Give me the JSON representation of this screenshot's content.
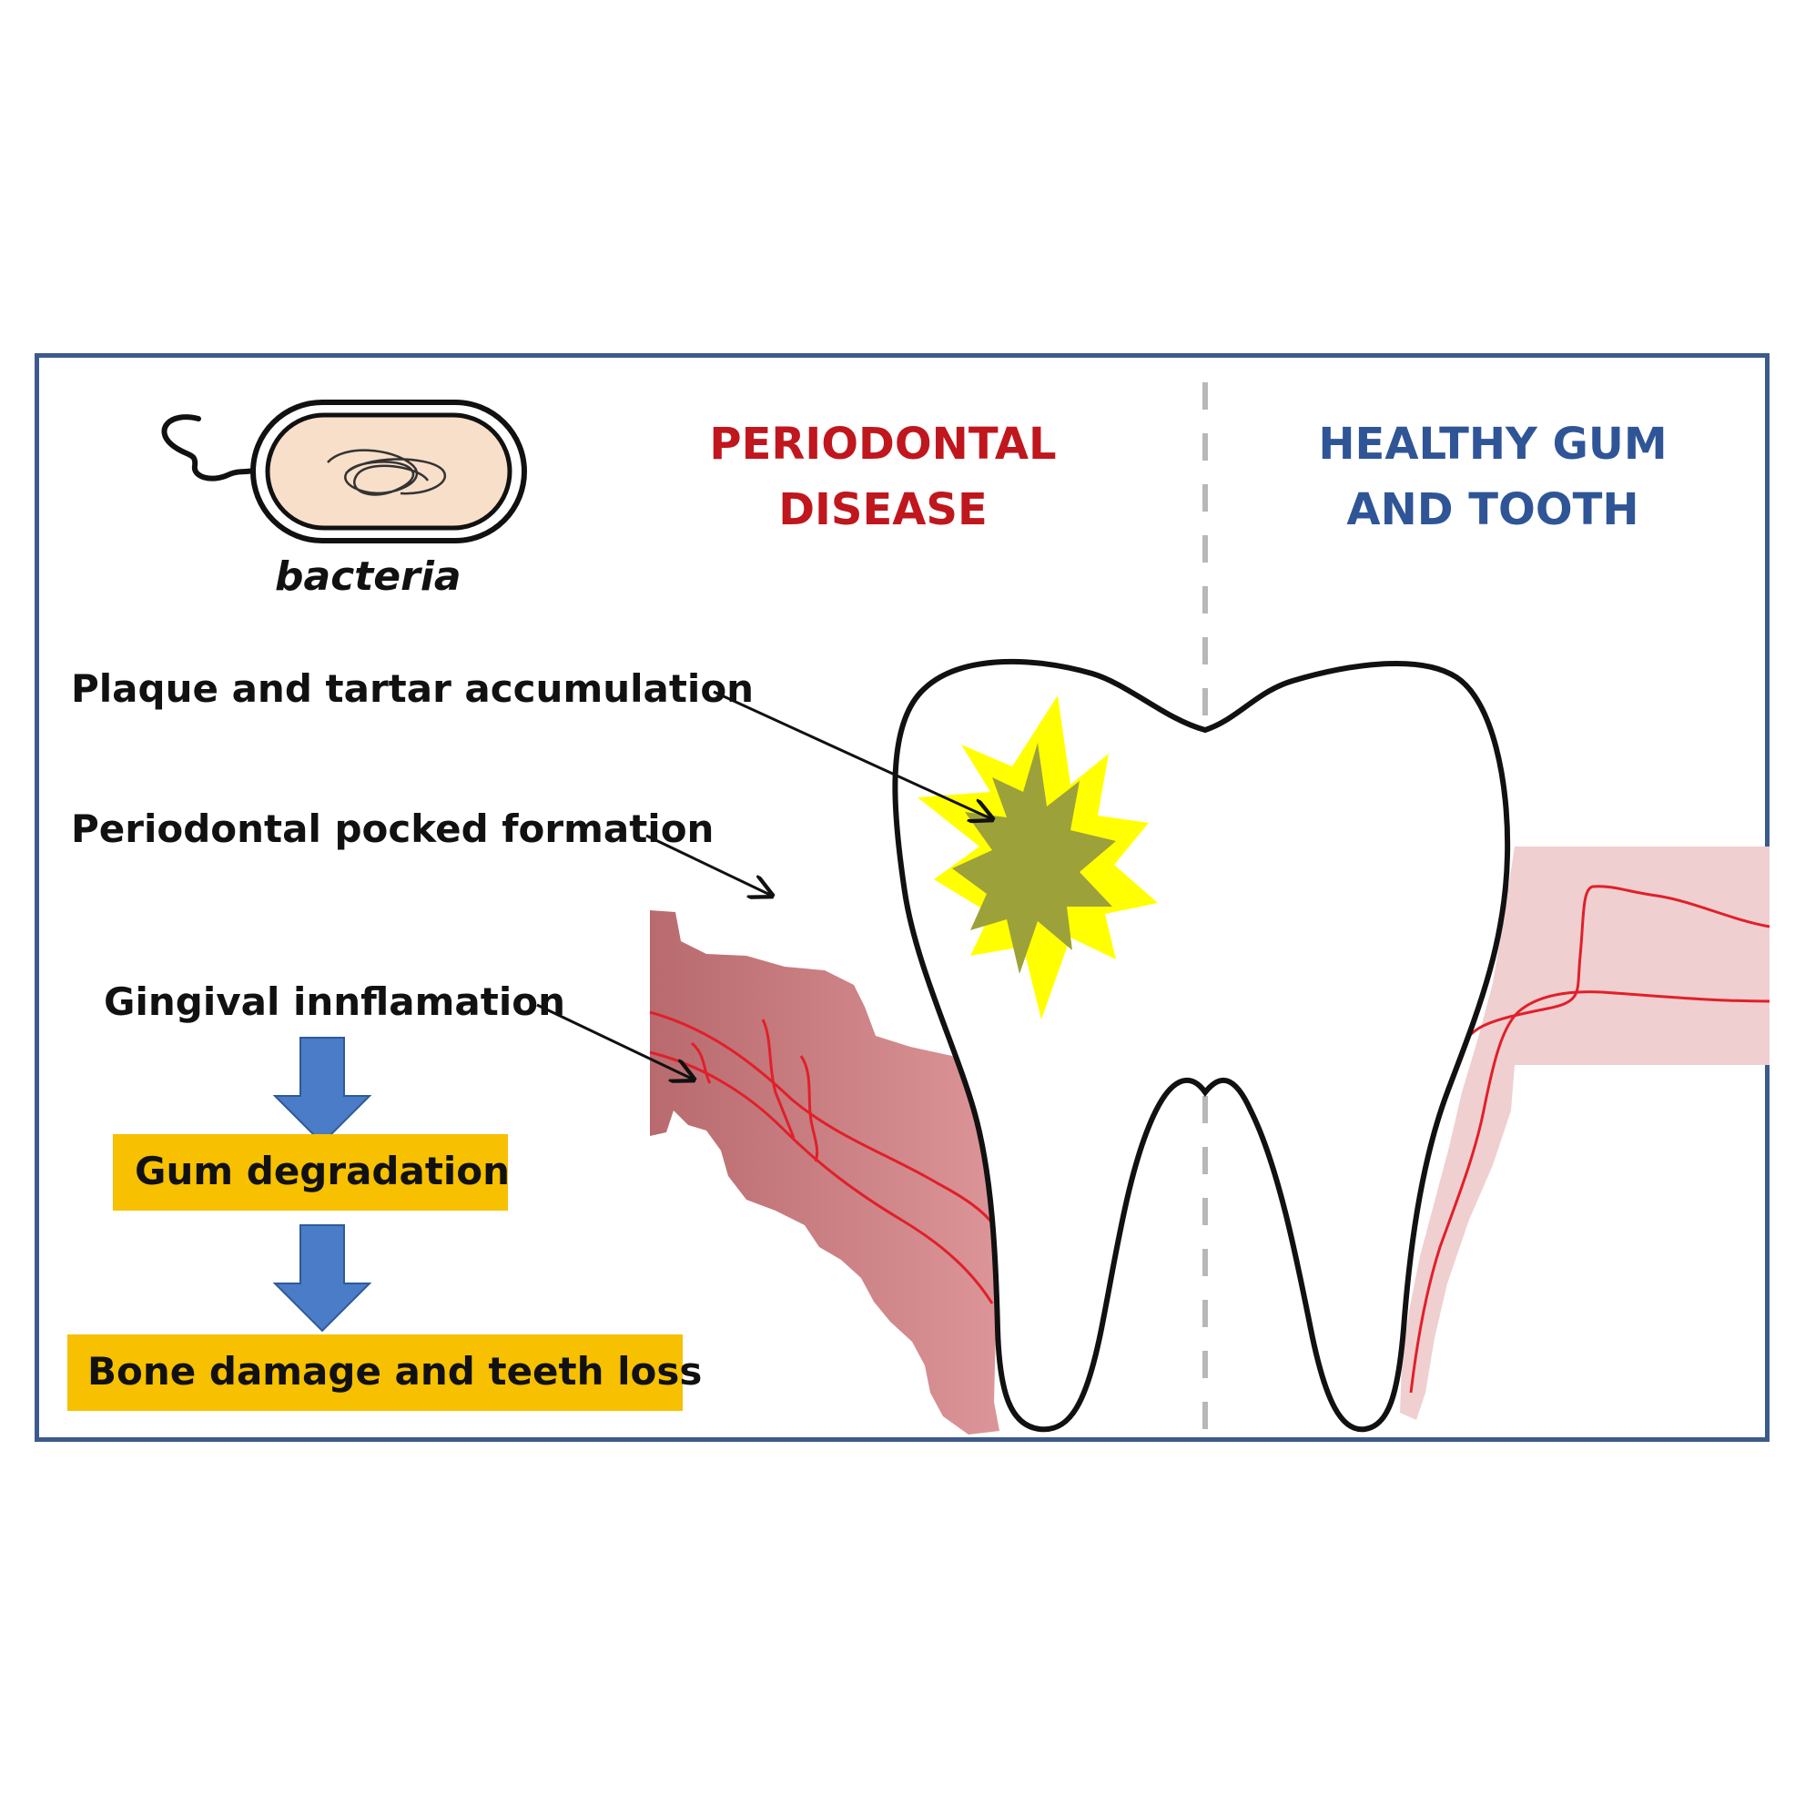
{
  "bacteria": {
    "caption": "bacteria",
    "icon": "bacteria-icon"
  },
  "titles": {
    "disease_line1": "PERIODONTAL",
    "disease_line2": "DISEASE",
    "healthy_line1": "HEALTHY GUM",
    "healthy_line2": "AND TOOTH"
  },
  "labels": {
    "plaque": "Plaque and tartar accumulation",
    "pocket": "Periodontal pocked formation",
    "gingival": "Gingival innflamation",
    "gum_degradation": "Gum degradation",
    "bone_damage": "Bone damage and teeth loss"
  },
  "colors": {
    "frame": "#3d5a8c",
    "disease_title": "#c0161d",
    "healthy_title": "#2f5597",
    "step_box": "#f7c000",
    "flow_arrow": "#4a7cc7",
    "inflamed_gum": "#c9777a",
    "healthy_gum": "#f0cfd0",
    "blood_vessel": "#e0202a",
    "plaque_outer": "#ffff00",
    "plaque_inner": "#9da13a",
    "bacteria_fill": "#f8dfc9"
  }
}
